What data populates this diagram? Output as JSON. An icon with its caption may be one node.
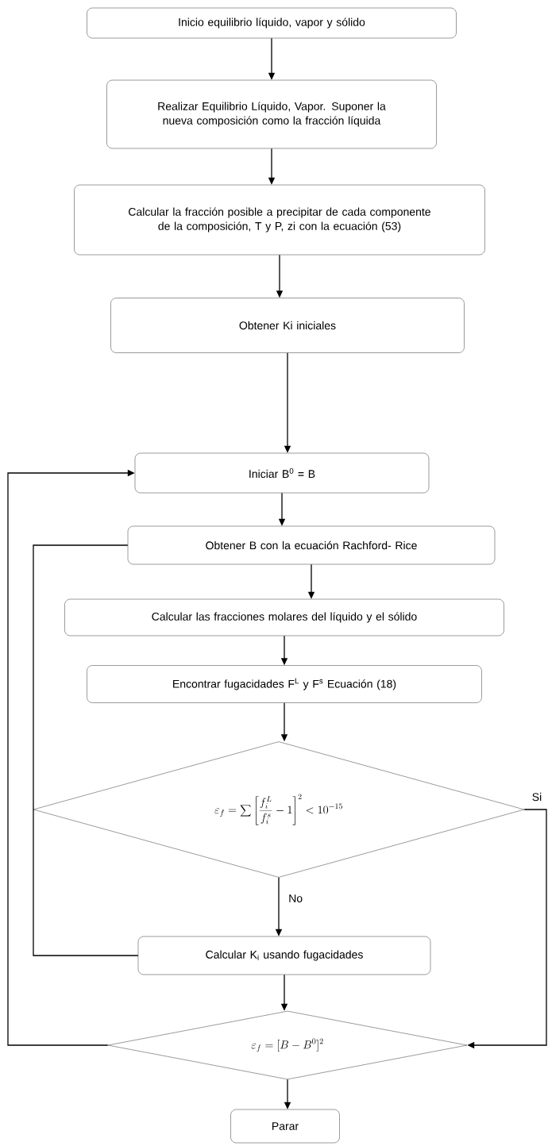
{
  "diagram": {
    "nodes": [
      {
        "text": [
          "Inicio equilibrio líquido, vapor y sólido"
        ]
      },
      {
        "text": [
          "Realizar Equilibrio Líquido, Vapor. Suponer la nueva composición como la fracción líquida"
        ]
      },
      {
        "text": [
          "Calcular la fracción posible a precipitar de cada componente de la composición, T y P, zi con la ecuación (53)"
        ]
      },
      {
        "text": [
          "Obtener Ki iniciales"
        ]
      },
      {
        "text": [
          "Iniciar B$^{0}$ = B"
        ]
      },
      {
        "text": [
          "Obtener B con la ecuación Rachford- Rice"
        ]
      },
      {
        "text": [
          "Calcular las fracciones molares del líquido y el sólido"
        ]
      },
      {
        "text": [
          "Encontrar fugacidades F$^{L}$ y F$^{s}$ Ecuación (18)"
        ]
      },
      {
        "text": [
          "\\varepsilon_f = \\sum \\left[\\frac{f_i^L}{f_i^s} - 1\\right]^2 < 10^{-15}"
        ]
      },
      {
        "text": [
          "Calcular K$_{i}$ usando fugacidades"
        ]
      },
      {
        "text": [
          "\\varepsilon_f = [B - B^0]^2"
        ]
      },
      {
        "text": [
          "Parar"
        ]
      }
    ],
    "edges": [
      {
        "from": 0,
        "to": 1,
        "arrow": "to"
      },
      {
        "from": 1,
        "to": 2,
        "arrow": "to"
      },
      {
        "from": 2,
        "to": 3,
        "arrow": "to"
      },
      {
        "from": 3,
        "to": 4,
        "arrow": "to"
      },
      {
        "from": 4,
        "to": 5,
        "arrow": "to"
      },
      {
        "from": 5,
        "to": 6,
        "arrow": "to"
      },
      {
        "from": 6,
        "to": 7,
        "arrow": "to"
      },
      {
        "from": 7,
        "to": 8,
        "arrow": "to"
      },
      {
        "from": 8,
        "to": 9,
        "arrow": "to",
        "label": "No"
      },
      {
        "from": 9,
        "to": 10,
        "arrow": "to"
      },
      {
        "from": 10,
        "to": 11,
        "arrow": "to"
      },
      {
        "from": 10,
        "to": 4,
        "arrow": "to"
      },
      {
        "from": 9,
        "to": 5,
        "arrow": "none"
      },
      {
        "from": 8,
        "to": 10,
        "arrow": "to",
        "label": "Si"
      }
    ]
  }
}
